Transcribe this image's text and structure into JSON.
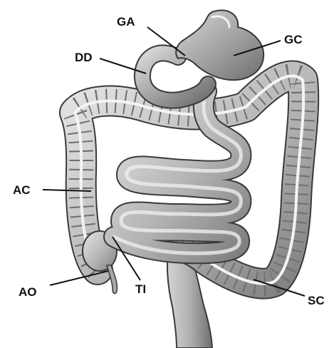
{
  "labels": {
    "ga": "GA",
    "gc": "GC",
    "dd": "DD",
    "ac": "AC",
    "ao": "AO",
    "ti": "TI",
    "sc": "SC"
  },
  "colors": {
    "background": "#ffffff",
    "organ_fill": "#c9c9c9",
    "organ_shadow": "#8a8a8a",
    "organ_outline": "#3a3a3a",
    "leader_line": "#111111"
  }
}
